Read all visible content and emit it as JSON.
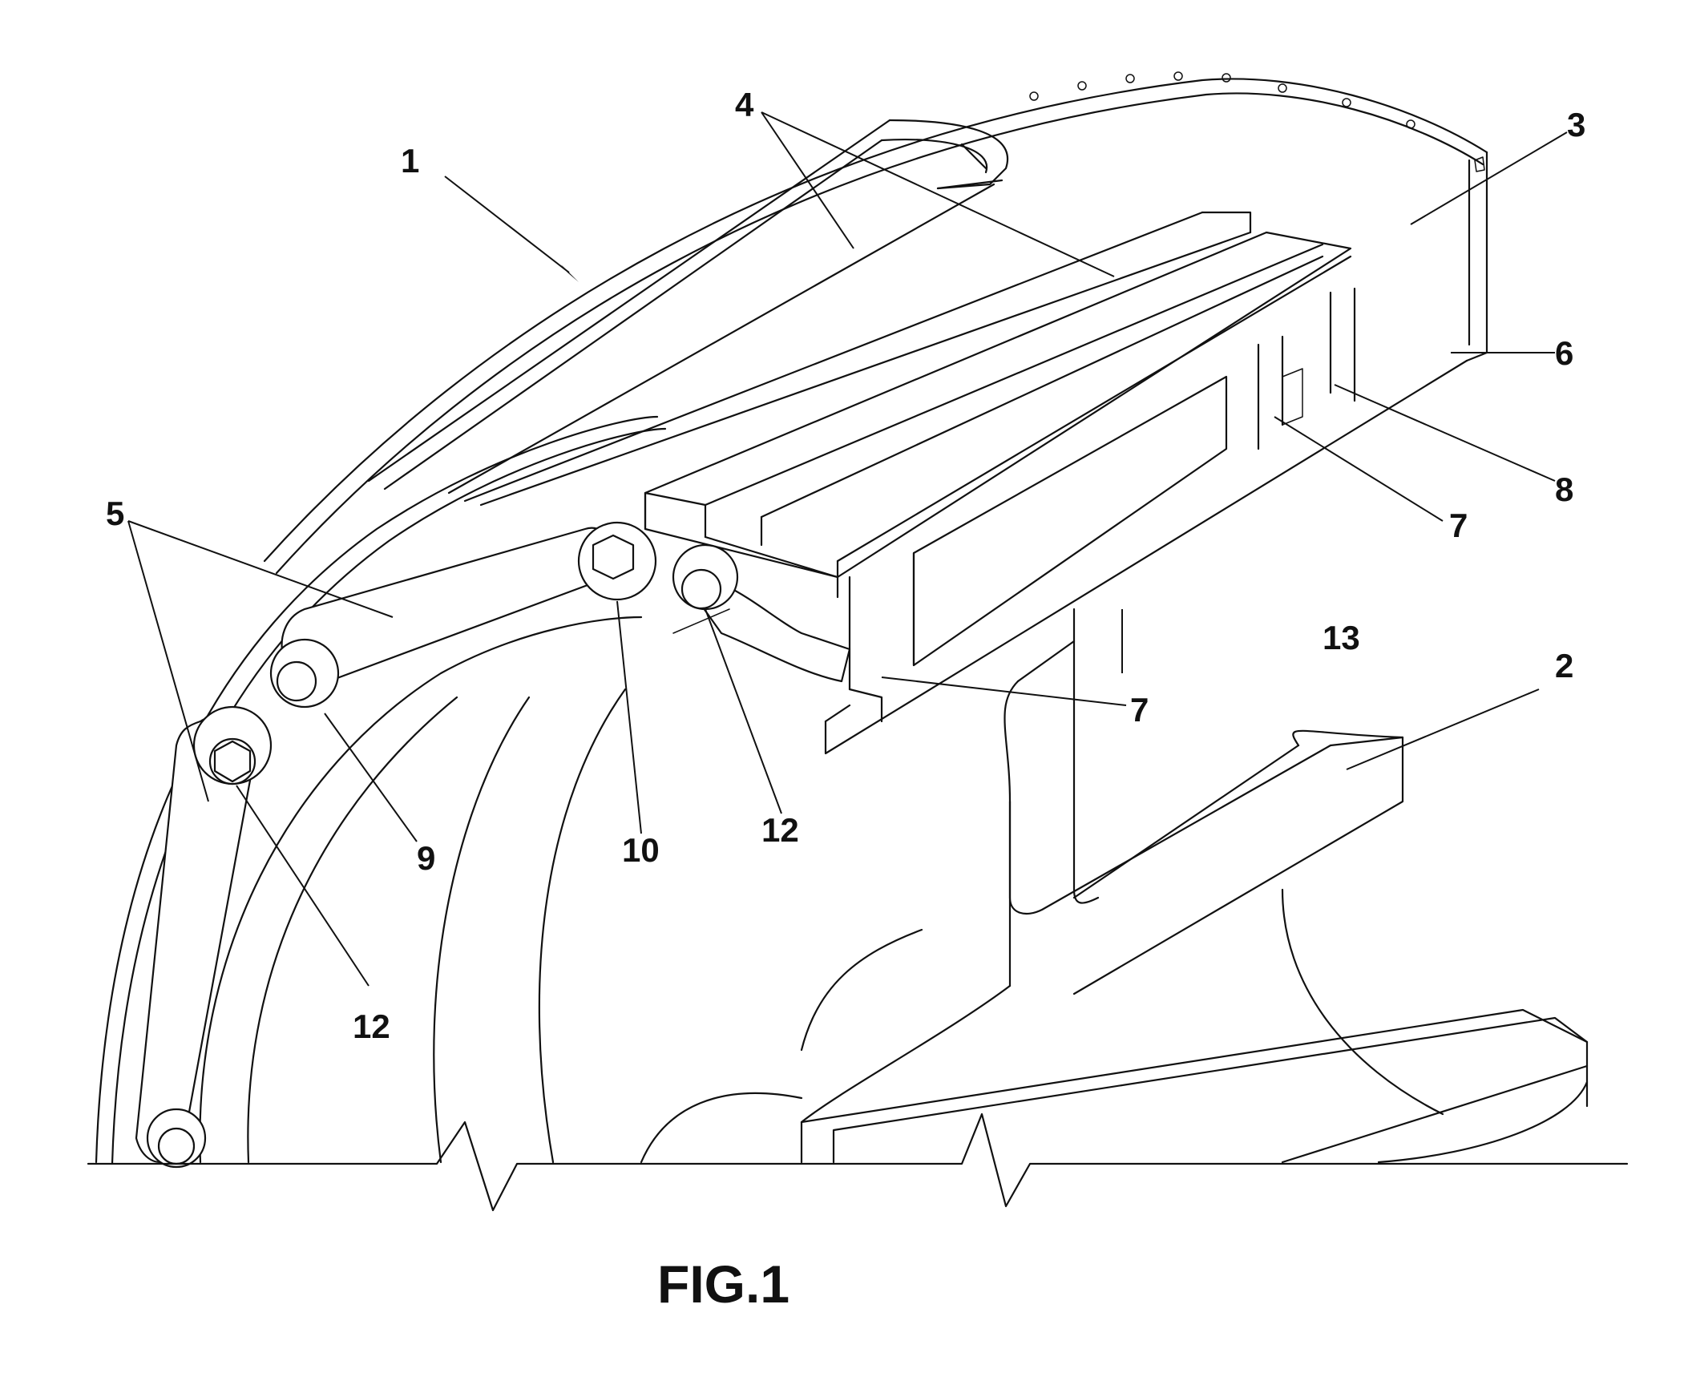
{
  "figure": {
    "caption": "FIG.1"
  },
  "labels": {
    "l1": "1",
    "l2": "2",
    "l3": "3",
    "l4": "4",
    "l5": "5",
    "l6": "6",
    "l7a": "7",
    "l7b": "7",
    "l8": "8",
    "l9": "9",
    "l10": "10",
    "l12a": "12",
    "l12b": "12",
    "l13": "13"
  },
  "colors": {
    "line": "#111111",
    "background": "#ffffff"
  }
}
